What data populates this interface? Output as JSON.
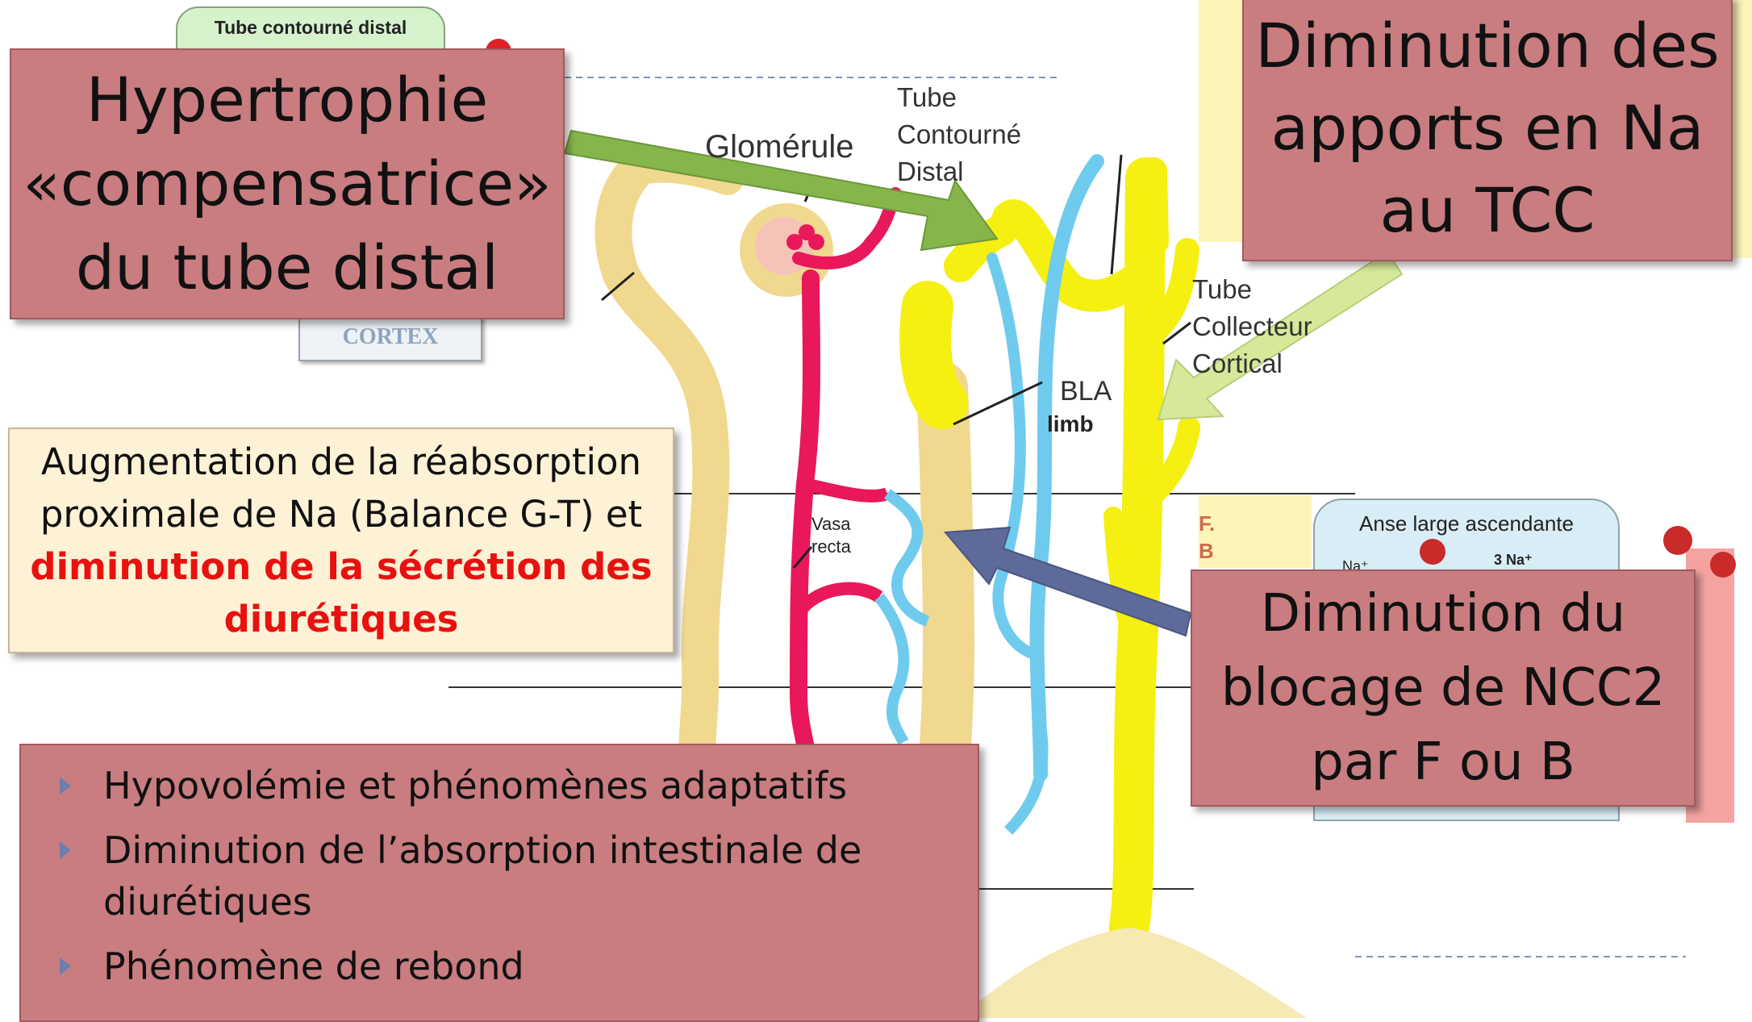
{
  "boxes": {
    "hypertrophie": {
      "lines": [
        "Hypertrophie",
        "«compensatrice»",
        "du tube distal"
      ]
    },
    "apports": {
      "lines": [
        "Diminution des",
        "apports en Na",
        "au TCC"
      ]
    },
    "ncc2": {
      "lines": [
        "Diminution du",
        "blocage de NCC2",
        "par F ou B"
      ]
    },
    "augmentation": {
      "lines": [
        "Augmentation de la réabsorption",
        "proximale de Na (Balance G-T) et"
      ],
      "red_lines": [
        "diminution de la sécrétion des",
        "diurétiques"
      ]
    },
    "list": {
      "items": [
        "Hypovolémie et phénomènes adaptatifs",
        "Diminution de l’absorption intestinale de diurétiques",
        "Phénomène de rebond"
      ]
    }
  },
  "labels": {
    "glomerule": "Glomérule",
    "tcd": [
      "Tube",
      "Contourné",
      "Distal"
    ],
    "tcc": [
      "Tube",
      "Collecteur",
      "Cortical"
    ],
    "bla": "BLA",
    "limb": "limb",
    "vasa": [
      "Vasa",
      "recta"
    ]
  },
  "fragments": {
    "tube_contourne_distal": "Tube contourné distal",
    "cortex": "CORTEX",
    "fb": [
      "F.",
      "B"
    ],
    "anse_title": "Anse large ascendante",
    "na_3": "3 Na⁺",
    "na": "Na⁺"
  },
  "colors": {
    "rose_box": "#c97d80",
    "cream_box": "#fdf1d6",
    "red_text": "#e8110f",
    "tubule_tan": "#f1d88f",
    "collecting_yellow": "#f5ef12",
    "vein_blue": "#6fcbee",
    "artery_pink": "#e8185b",
    "arrow_green": "#86b54c",
    "arrow_lightgreen": "#d6e99a",
    "arrow_blue": "#5e6a99"
  }
}
